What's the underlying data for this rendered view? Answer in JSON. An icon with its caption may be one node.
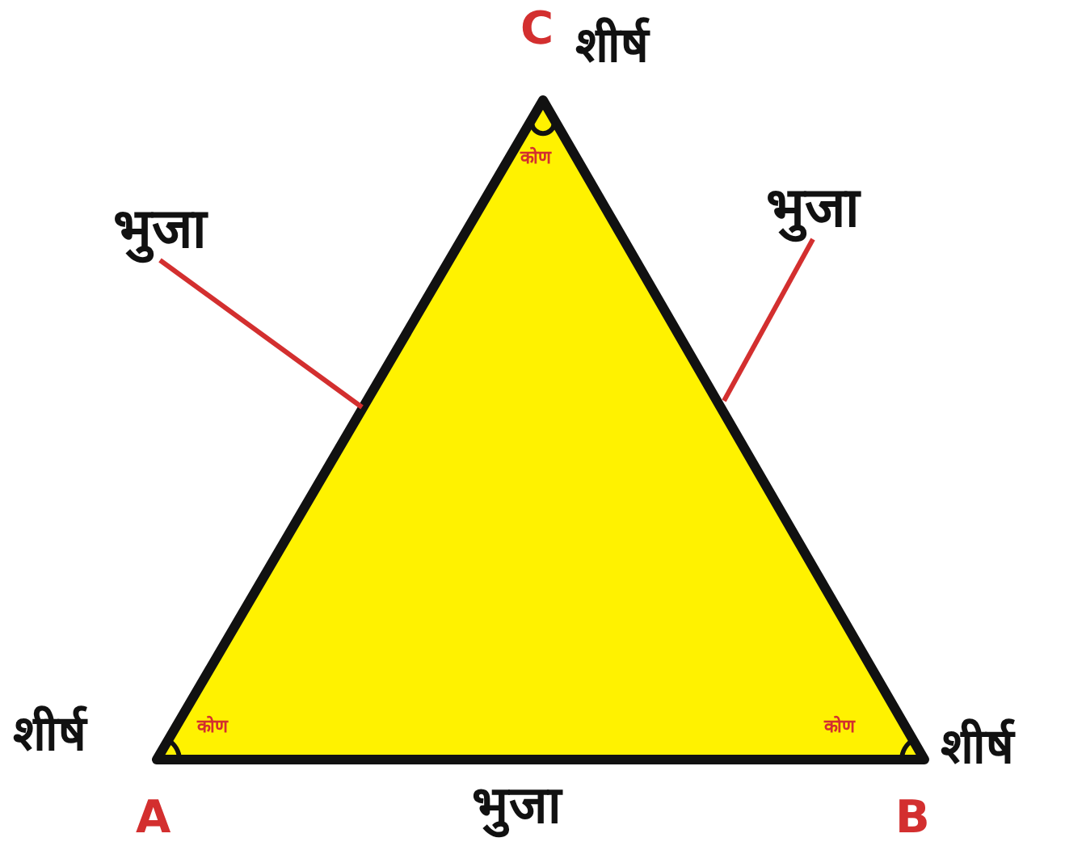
{
  "diagram": {
    "nodes": [
      {
        "text": [
          "भुजा"
        ]
      },
      {
        "text": [
          "भुजा"
        ]
      }
    ],
    "edges": [
      {
        "from": 0,
        "to": null,
        "arrow": "none"
      },
      {
        "from": 1,
        "to": null,
        "arrow": "none"
      }
    ],
    "labels": [
      "C",
      "शीर्ष",
      "कोण",
      "शीर्ष",
      "कोण",
      "कोण",
      "शीर्ष",
      "A",
      "भुजा",
      "B"
    ]
  }
}
